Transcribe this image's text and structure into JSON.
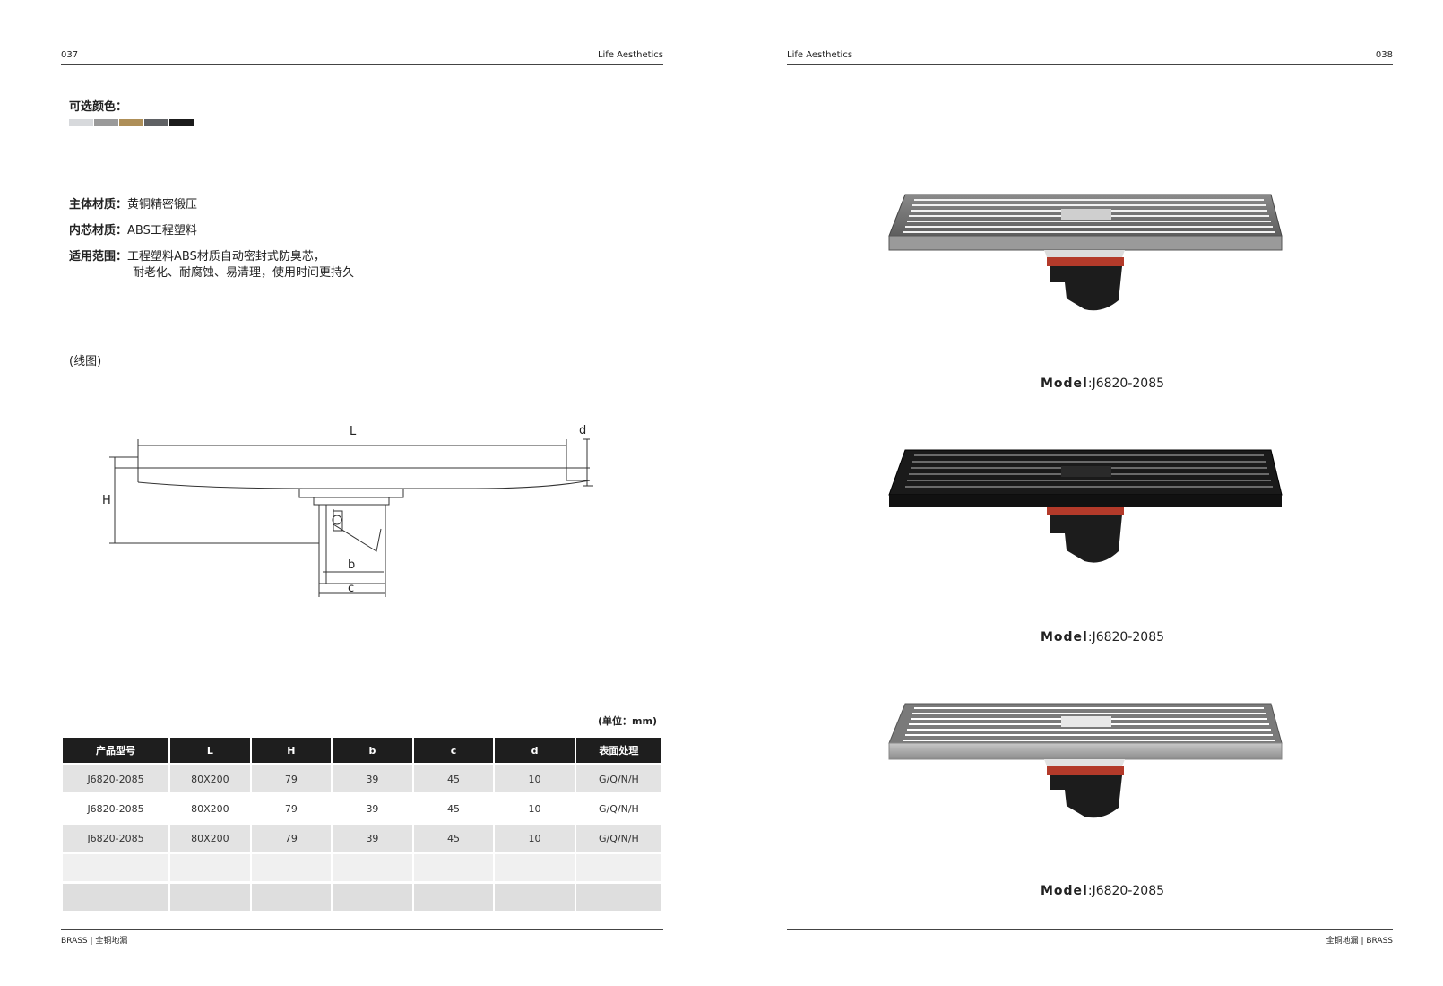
{
  "left_page": {
    "page_number": "037",
    "header_title": "Life Aesthetics",
    "colors_label": "可选颜色：",
    "swatches": [
      "#d7d9dc",
      "#9a9a9a",
      "#ae8f58",
      "#5f6164",
      "#46474a",
      "#1b1b1b"
    ],
    "specs": [
      {
        "label": "主体材质：",
        "value": "黄铜精密锻压"
      },
      {
        "label": "内芯材质：",
        "value": "ABS工程塑料"
      },
      {
        "label": "适用范围：",
        "value": "工程塑料ABS材质自动密封式防臭芯，",
        "value2": "耐老化、耐腐蚀、易清理，使用时间更持久"
      }
    ],
    "drawing_caption": "(线图)",
    "dimensions": {
      "L": "L",
      "d": "d",
      "H": "H",
      "b": "b",
      "c": "c"
    },
    "unit_note": "(单位：mm)",
    "table": {
      "headers": [
        "产品型号",
        "L",
        "H",
        "b",
        "c",
        "d",
        "表面处理"
      ],
      "rows": [
        [
          "J6820-2085",
          "80X200",
          "79",
          "39",
          "45",
          "10",
          "G/Q/N/H"
        ],
        [
          "J6820-2085",
          "80X200",
          "79",
          "39",
          "45",
          "10",
          "G/Q/N/H"
        ],
        [
          "J6820-2085",
          "80X200",
          "79",
          "39",
          "45",
          "10",
          "G/Q/N/H"
        ]
      ]
    },
    "footer": "BRASS | 全铜地漏"
  },
  "right_page": {
    "page_number": "038",
    "header_title": "Life Aesthetics",
    "products": [
      {
        "model_label": "Model",
        "model_value": ":J6820-2085",
        "finish": "brushed-steel"
      },
      {
        "model_label": "Model",
        "model_value": ":J6820-2085",
        "finish": "matte-black"
      },
      {
        "model_label": "Model",
        "model_value": ":J6820-2085",
        "finish": "polished-chrome"
      }
    ],
    "footer": "全铜地漏 | BRASS"
  }
}
